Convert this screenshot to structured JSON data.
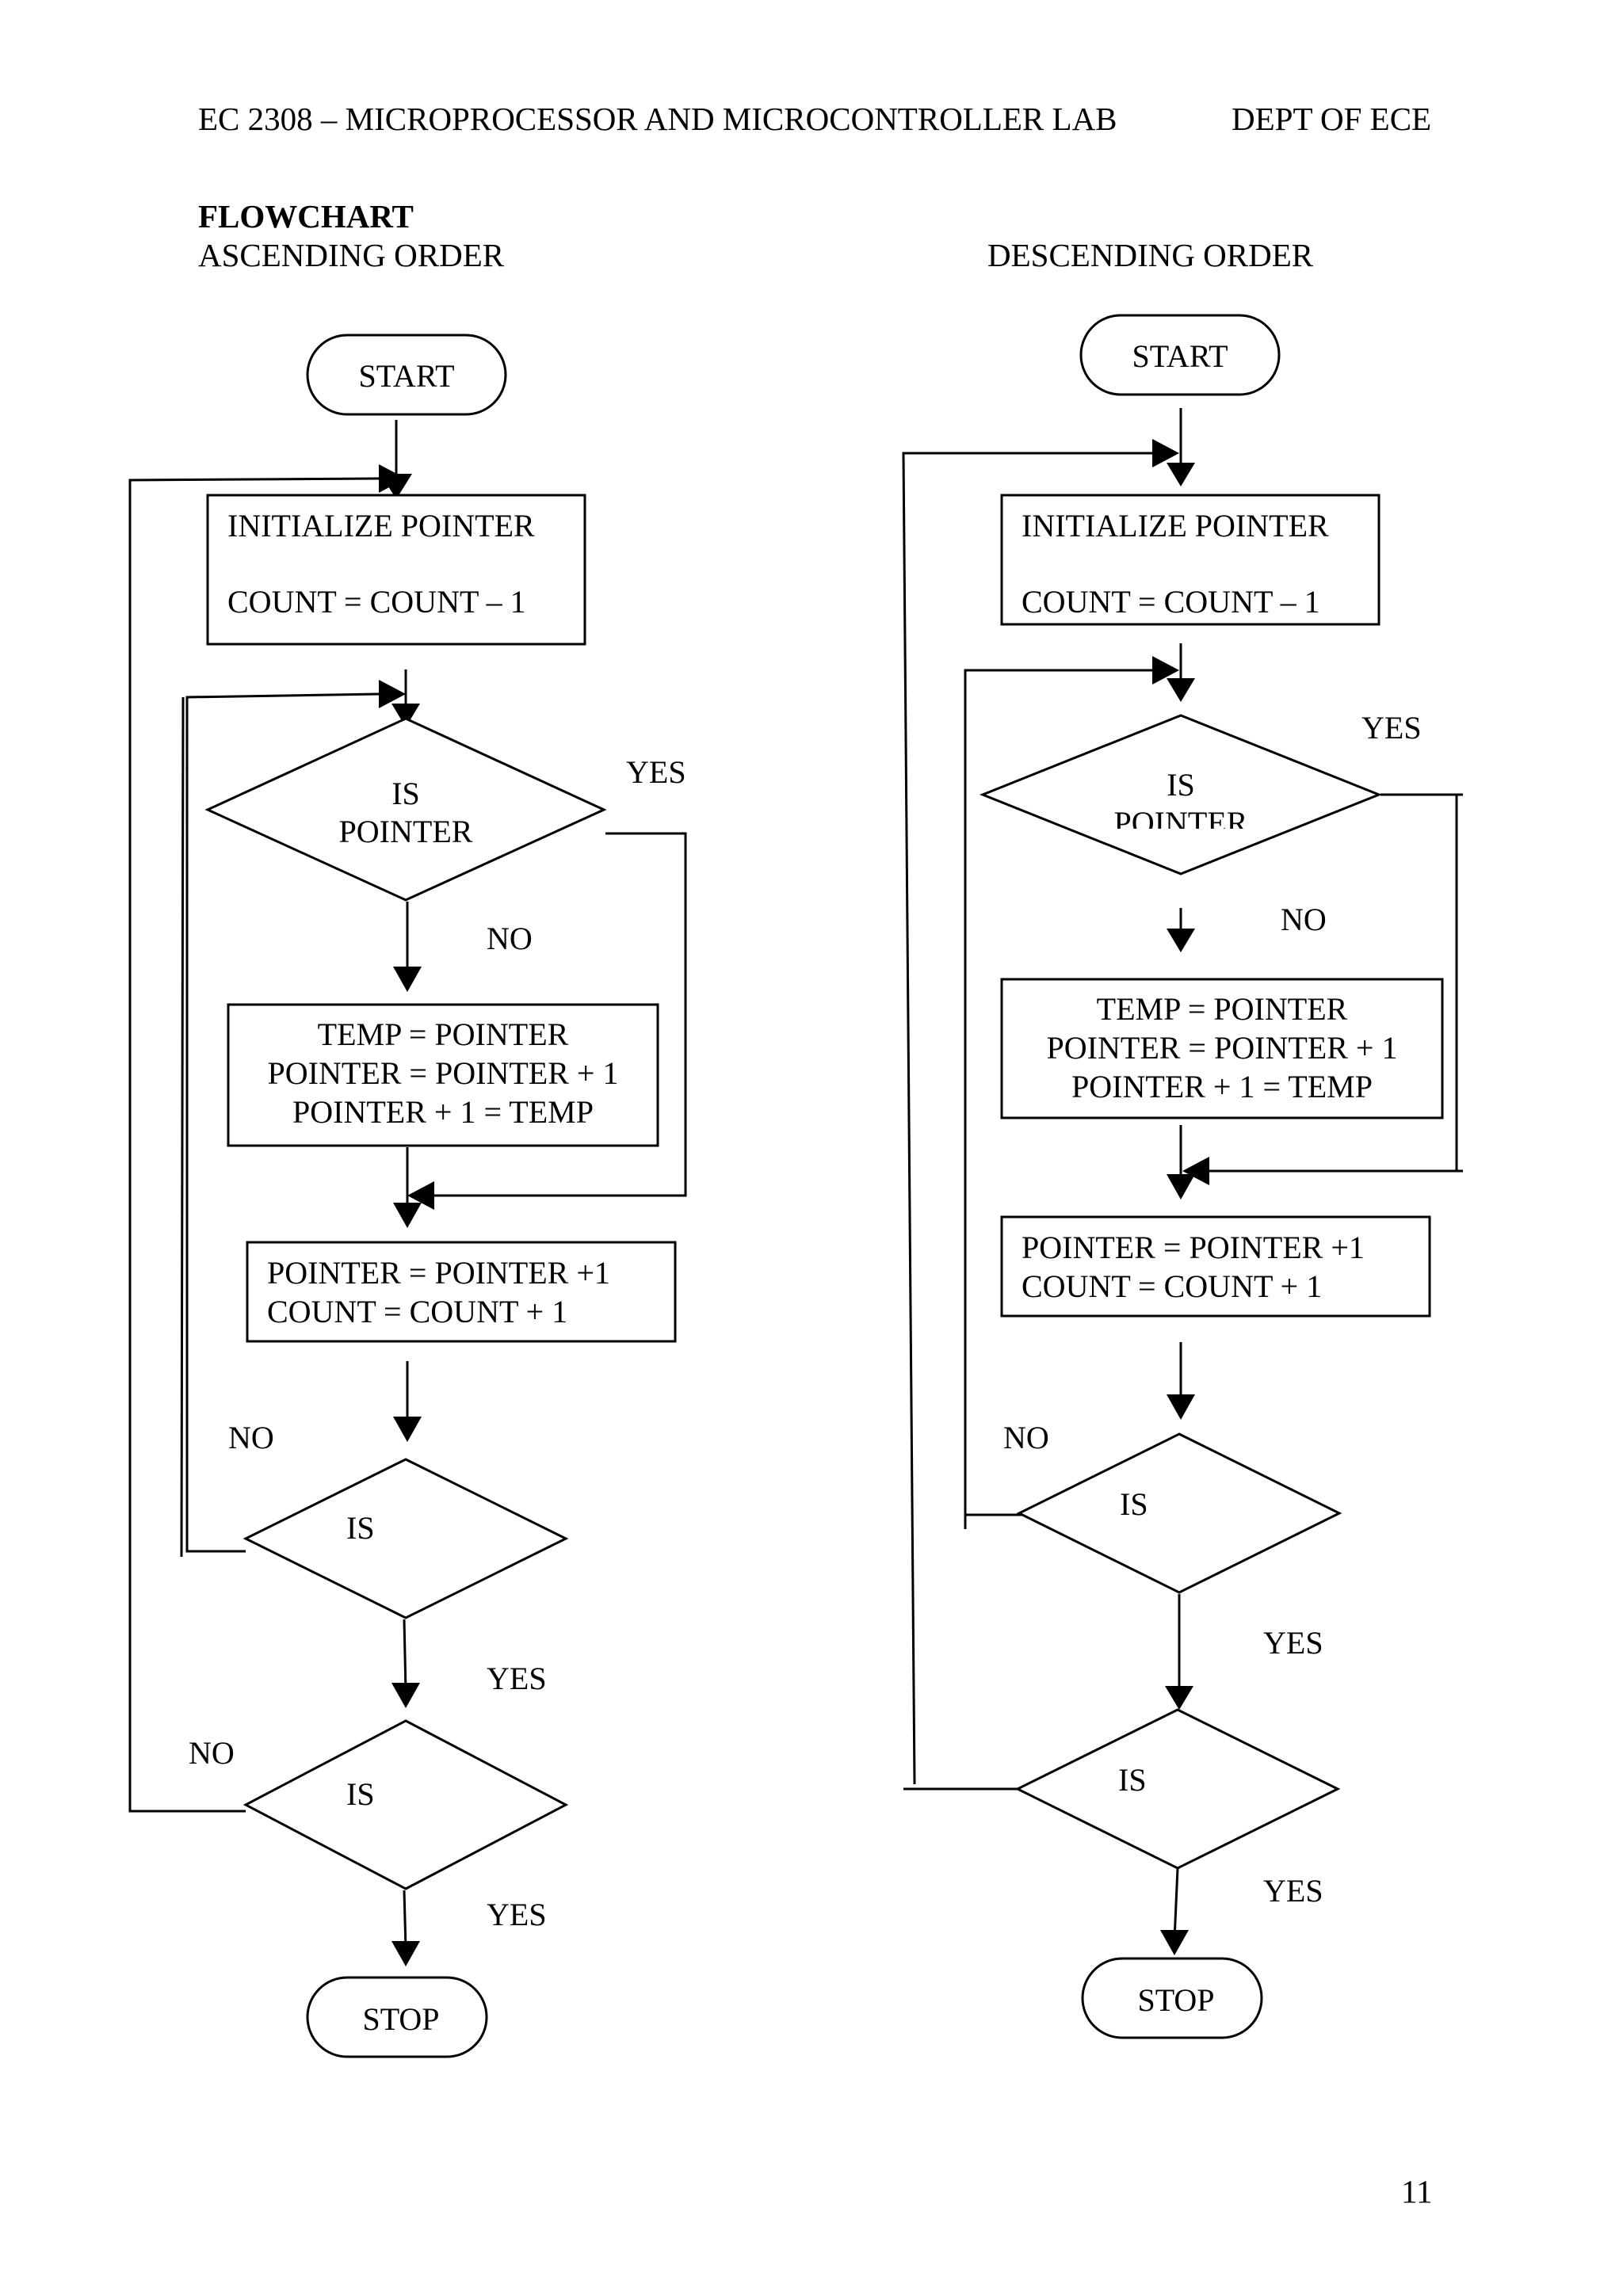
{
  "header": {
    "left": "EC 2308 – MICROPROCESSOR AND MICROCONTROLLER LAB",
    "right": "DEPT OF ECE"
  },
  "section_title": "FLOWCHART",
  "ascending": {
    "title": "ASCENDING ORDER",
    "start": "START",
    "init_line1": "INITIALIZE POINTER",
    "init_line2": "COUNT = COUNT – 1",
    "decision1": [
      "IS",
      "POINTER"
    ],
    "decision1_yes": "YES",
    "decision1_no": "NO",
    "swap": [
      "TEMP = POINTER",
      "POINTER = POINTER + 1",
      "POINTER + 1 = TEMP"
    ],
    "increment": [
      "POINTER = POINTER +1",
      "COUNT = COUNT + 1"
    ],
    "decision2": "IS",
    "decision2_no": "NO",
    "decision2_yes": "YES",
    "decision3": "IS",
    "decision3_no": "NO",
    "decision3_yes": "YES",
    "stop": "STOP"
  },
  "descending": {
    "title": "DESCENDING ORDER",
    "start": "START",
    "init_line1": "INITIALIZE POINTER",
    "init_line2": "COUNT = COUNT – 1",
    "decision1": [
      "IS",
      "POINTER"
    ],
    "decision1_yes": "YES",
    "decision1_no": "NO",
    "swap": [
      "TEMP = POINTER",
      "POINTER = POINTER + 1",
      "POINTER + 1 = TEMP"
    ],
    "increment": [
      "POINTER = POINTER +1",
      "COUNT = COUNT + 1"
    ],
    "decision2": "IS",
    "decision2_no": "NO",
    "decision2_yes": "YES",
    "decision3": "IS",
    "decision3_yes": "YES",
    "stop": "STOP"
  },
  "page_number": "11"
}
